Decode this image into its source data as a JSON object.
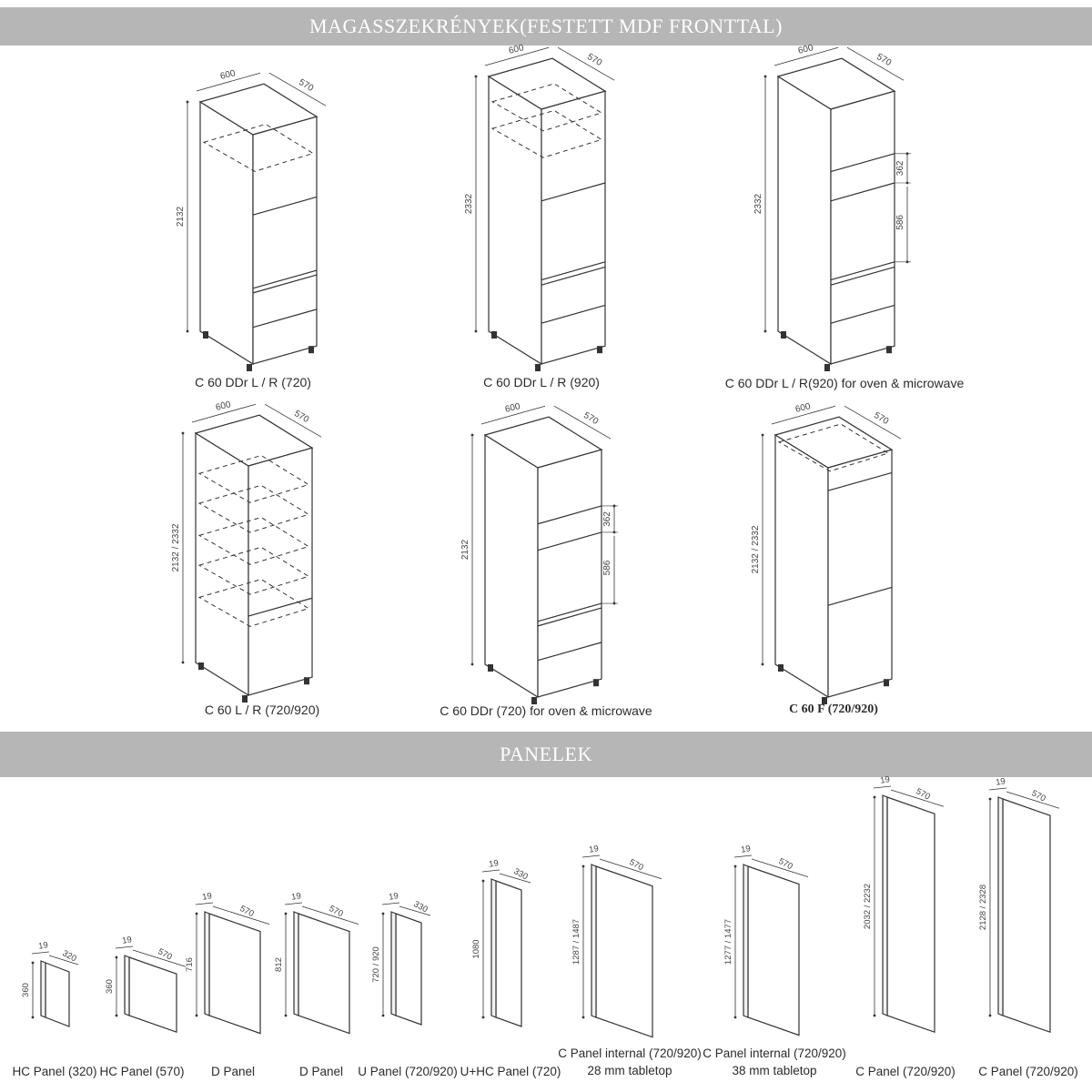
{
  "sections": {
    "cabinets_title": "MAGASSZEKRÉNYEK(FESTETT MDF FRONTTAL)",
    "panels_title": "PANELEK"
  },
  "cabinets": [
    {
      "label": "C 60 DDr L / R (720)",
      "width": "600",
      "depth": "570",
      "height": "2132"
    },
    {
      "label": "C 60 DDr L / R (920)",
      "width": "600",
      "depth": "570",
      "height": "2332"
    },
    {
      "label": "C 60 DDr L / R(920) for oven & microwave",
      "width": "600",
      "depth": "570",
      "height": "2332",
      "opening_top": "362",
      "opening_bottom": "586"
    },
    {
      "label": "C 60 L / R (720/920)",
      "width": "600",
      "depth": "570",
      "height": "2132 / 2332"
    },
    {
      "label": "C 60 DDr (720)  for oven & microwave",
      "width": "600",
      "depth": "570",
      "height": "2132",
      "opening_top": "362",
      "opening_bottom": "586"
    },
    {
      "label": "C 60 F (720/920)",
      "width": "600",
      "depth": "570",
      "height": "2132 / 2332"
    }
  ],
  "panels": [
    {
      "label": "HC Panel (320)",
      "thickness": "19",
      "depth": "320",
      "height": "360"
    },
    {
      "label": "HC Panel (570)",
      "thickness": "19",
      "depth": "570",
      "height": "360"
    },
    {
      "label": "D Panel",
      "thickness": "19",
      "depth": "570",
      "height": "716"
    },
    {
      "label": "D Panel",
      "thickness": "19",
      "depth": "570",
      "height": "812"
    },
    {
      "label": "U Panel (720/920)",
      "thickness": "19",
      "depth": "330",
      "height": "720 / 920"
    },
    {
      "label": "U+HC Panel (720)",
      "thickness": "19",
      "depth": "330",
      "height": "1080"
    },
    {
      "label": "C Panel internal (720/920)",
      "label2": "28 mm tabletop",
      "thickness": "19",
      "depth": "570",
      "height": "1287 / 1487"
    },
    {
      "label": "C Panel internal (720/920)",
      "label2": "38 mm tabletop",
      "thickness": "19",
      "depth": "570",
      "height": "1277 / 1477"
    },
    {
      "label": "C Panel (720/920)",
      "thickness": "19",
      "depth": "570",
      "height": "2032 / 2232"
    },
    {
      "label": "C Panel (720/920)",
      "thickness": "19",
      "depth": "570",
      "height": "2128 / 2328"
    }
  ]
}
